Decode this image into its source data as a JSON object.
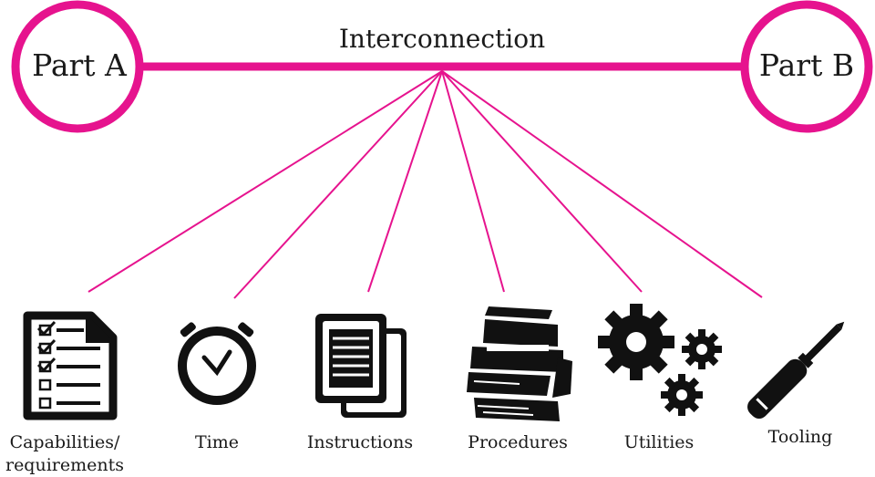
{
  "title": "Interconnection",
  "part_a": "Part A",
  "part_b": "Part B",
  "accent_color": "#e6138e",
  "icon_color": "#111111",
  "items": [
    {
      "line1": "Capabilities/",
      "line2": "requirements",
      "icon": "checklist-icon"
    },
    {
      "line1": "Time",
      "line2": "",
      "icon": "stopwatch-icon"
    },
    {
      "line1": "Instructions",
      "line2": "",
      "icon": "documents-icon"
    },
    {
      "line1": "Procedures",
      "line2": "",
      "icon": "books-icon"
    },
    {
      "line1": "Utilities",
      "line2": "",
      "icon": "gears-icon"
    },
    {
      "line1": "Tooling",
      "line2": "",
      "icon": "screwdriver-icon"
    }
  ]
}
